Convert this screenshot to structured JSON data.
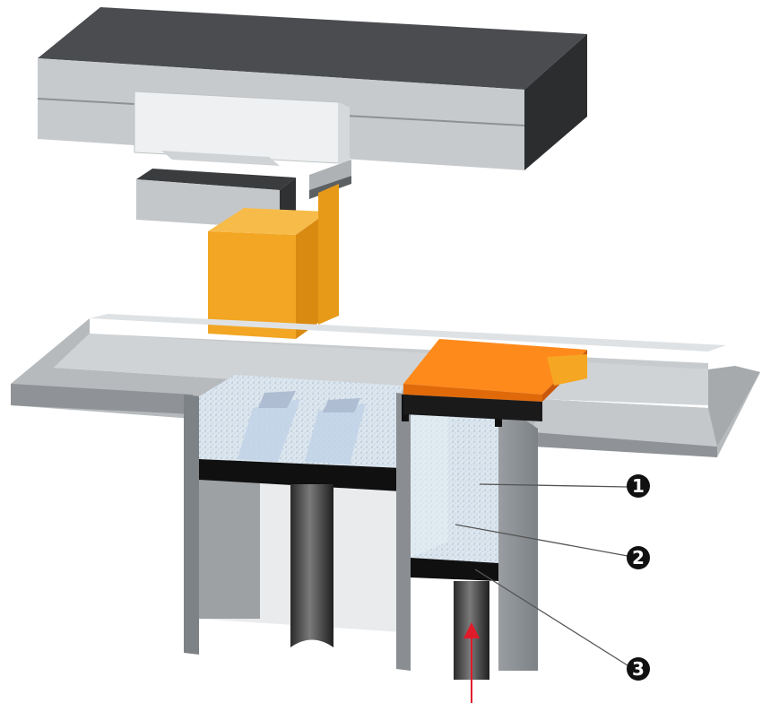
{
  "callouts": [
    {
      "number": "1"
    },
    {
      "number": "2"
    },
    {
      "number": "3"
    }
  ],
  "colors": {
    "background": "#ffffff",
    "machine_dark": "#3d3f42",
    "machine_mid": "#7d8286",
    "machine_light": "#c7cacd",
    "machine_lighter": "#dfe2e4",
    "orange": "#f2a623",
    "orange_dark": "#d98a10",
    "orange_bright": "#ff8a1c",
    "powder": "#dbe6ef",
    "piston": "#101010",
    "arrow": "#e01b2a",
    "callout": "#111111"
  },
  "icons": {
    "callout_marker": "numbered-circle-icon",
    "motion": "arrow-up-icon"
  }
}
